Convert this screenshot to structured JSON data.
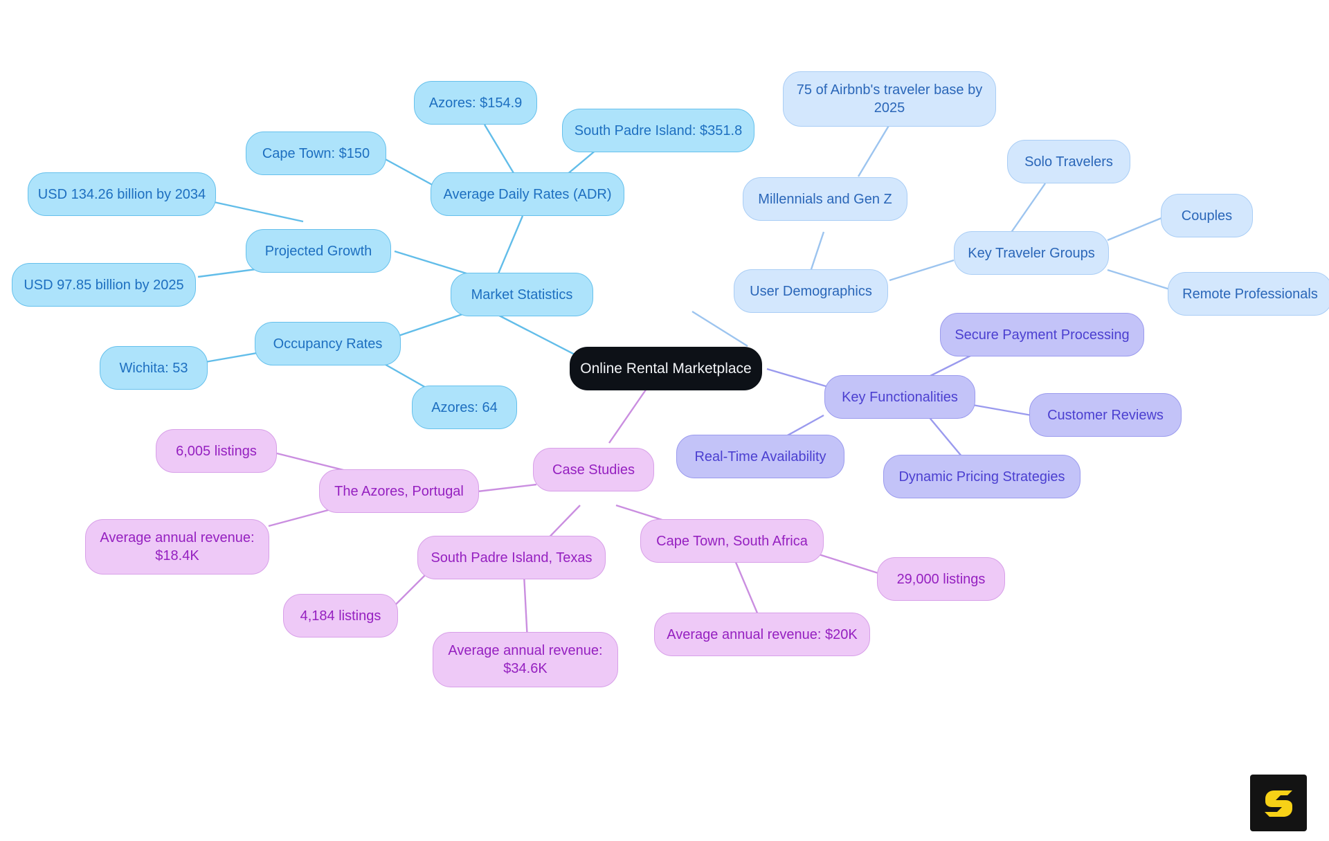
{
  "diagram": {
    "type": "mind-map",
    "title": "Online Rental Marketplace",
    "background_color": "#ffffff",
    "branch_colors": {
      "root": "#0d1117",
      "market_statistics": "#ade3fb",
      "user_demographics": "#d3e7fd",
      "key_functionalities": "#c3c3f8",
      "case_studies": "#eec9f7"
    }
  },
  "nodes": {
    "root": "Online Rental Marketplace",
    "market_statistics": "Market Statistics",
    "projected_growth": "Projected Growth",
    "usd_134": "USD 134.26 billion by 2034",
    "usd_97": "USD 97.85 billion by 2025",
    "adr": "Average Daily Rates (ADR)",
    "azores_adr": "Azores: $154.9",
    "cape_town_adr": "Cape Town: $150",
    "south_padre_adr": "South Padre Island: $351.8",
    "occupancy_rates": "Occupancy Rates",
    "wichita_occ": "Wichita: 53",
    "azores_occ": "Azores: 64",
    "user_demographics": "User Demographics",
    "millennials": "Millennials and Gen Z",
    "airbnb_base": "75 of Airbnb's traveler base by 2025",
    "key_traveler_groups": "Key Traveler Groups",
    "solo_travelers": "Solo Travelers",
    "couples": "Couples",
    "remote_professionals": "Remote Professionals",
    "key_functionalities": "Key Functionalities",
    "secure_payment": "Secure Payment Processing",
    "customer_reviews": "Customer Reviews",
    "dynamic_pricing": "Dynamic Pricing Strategies",
    "realtime_availability": "Real-Time Availability",
    "case_studies": "Case Studies",
    "azores_portugal": "The Azores, Portugal",
    "azores_listings": "6,005 listings",
    "azores_revenue": "Average annual revenue: $18.4K",
    "south_padre": "South Padre Island, Texas",
    "south_padre_listings": "4,184 listings",
    "south_padre_revenue": "Average annual revenue: $34.6K",
    "cape_town": "Cape Town, South Africa",
    "cape_town_listings": "29,000 listings",
    "cape_town_revenue": "Average annual revenue: $20K"
  },
  "logo": {
    "name": "s-logo",
    "background": "#131313",
    "glyph_color": "#f7d117"
  }
}
